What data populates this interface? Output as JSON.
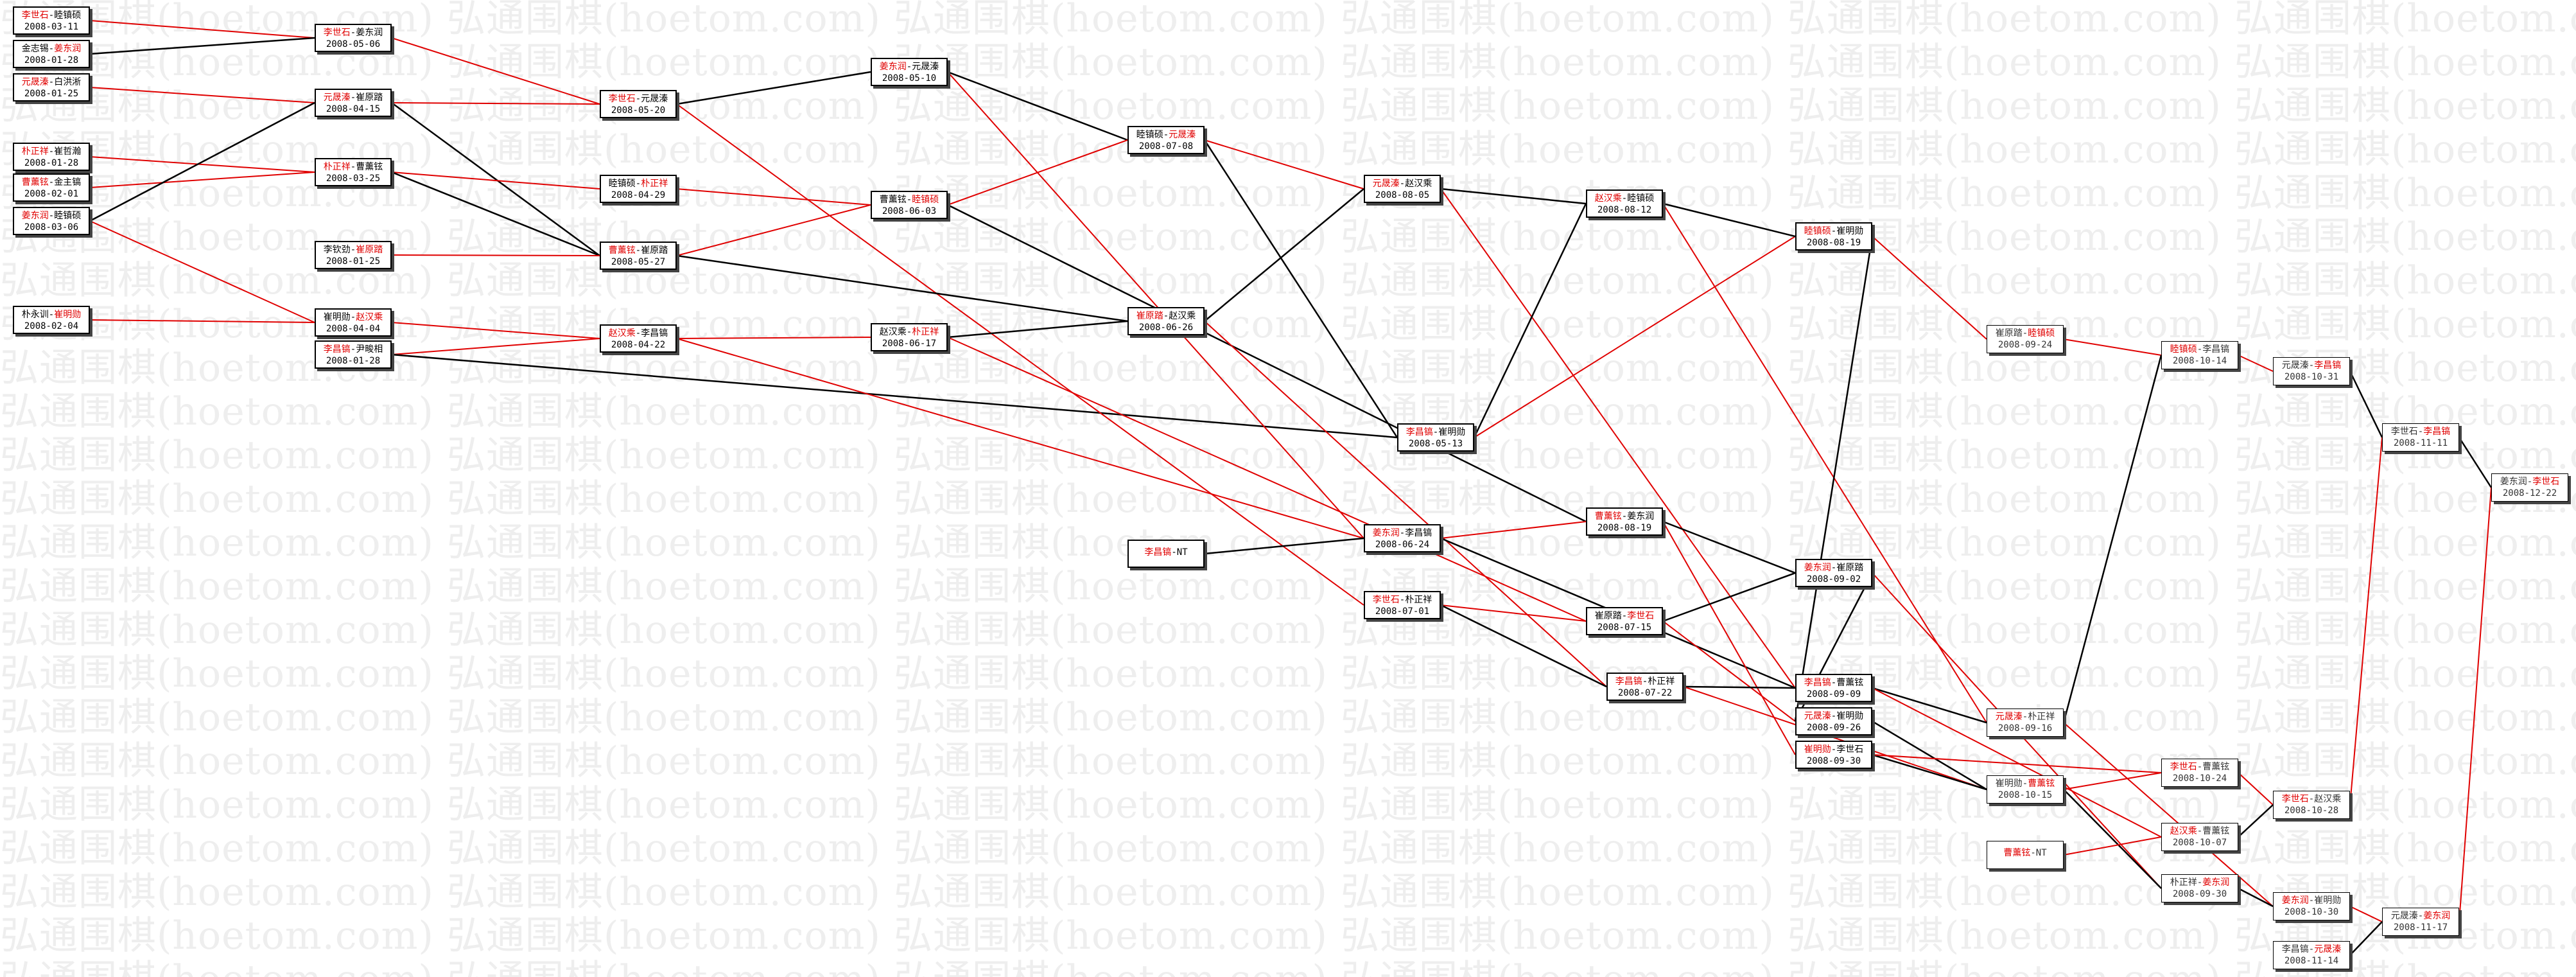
{
  "watermark_text": "弘通围棋(hoetom.com)",
  "colors": {
    "win_line": "#e00000",
    "loss_line": "#000000"
  },
  "nodes": [
    {
      "id": "r1a",
      "p1": "李世石",
      "p2": "睦镇硕",
      "date": "2008-03-11",
      "win": 1
    },
    {
      "id": "r1b",
      "p1": "金志锡",
      "p2": "姜东润",
      "date": "2008-01-28",
      "win": 2
    },
    {
      "id": "r1c",
      "p1": "元晟溱",
      "p2": "白洪淅",
      "date": "2008-01-25",
      "win": 1
    },
    {
      "id": "r1d",
      "p1": "朴正祥",
      "p2": "崔哲瀚",
      "date": "2008-01-28",
      "win": 1
    },
    {
      "id": "r1e",
      "p1": "曹薰铉",
      "p2": "金主镐",
      "date": "2008-02-01",
      "win": 1
    },
    {
      "id": "r1f",
      "p1": "姜东润",
      "p2": "睦镇硕",
      "date": "2008-03-06",
      "win": 1
    },
    {
      "id": "r1g",
      "p1": "朴永训",
      "p2": "崔明勋",
      "date": "2008-02-04",
      "win": 2
    },
    {
      "id": "r2a",
      "p1": "李世石",
      "p2": "姜东润",
      "date": "2008-05-06",
      "win": 1
    },
    {
      "id": "r2b",
      "p1": "元晟溱",
      "p2": "崔原踏",
      "date": "2008-04-15",
      "win": 1
    },
    {
      "id": "r2c",
      "p1": "朴正祥",
      "p2": "曹薰铉",
      "date": "2008-03-25",
      "win": 1
    },
    {
      "id": "r2d",
      "p1": "李钦劲",
      "p2": "崔原踏",
      "date": "2008-01-25",
      "win": 2
    },
    {
      "id": "r2e",
      "p1": "崔明勋",
      "p2": "赵汉乘",
      "date": "2008-04-04",
      "win": 2
    },
    {
      "id": "r2f",
      "p1": "李昌镐",
      "p2": "尹畯相",
      "date": "2008-01-28",
      "win": 1
    },
    {
      "id": "r3a",
      "p1": "李世石",
      "p2": "元晟溱",
      "date": "2008-05-20",
      "win": 1
    },
    {
      "id": "r3b",
      "p1": "睦镇硕",
      "p2": "朴正祥",
      "date": "2008-04-29",
      "win": 2
    },
    {
      "id": "r3c",
      "p1": "曹薰铉",
      "p2": "崔原踏",
      "date": "2008-05-27",
      "win": 1
    },
    {
      "id": "r3d",
      "p1": "赵汉乘",
      "p2": "李昌镐",
      "date": "2008-04-22",
      "win": 1
    },
    {
      "id": "r4a",
      "p1": "姜东润",
      "p2": "元晟溱",
      "date": "2008-05-10",
      "win": 1
    },
    {
      "id": "r4b",
      "p1": "曹薰铉",
      "p2": "睦镇硕",
      "date": "2008-06-03",
      "win": 2
    },
    {
      "id": "r4c",
      "p1": "赵汉乘",
      "p2": "朴正祥",
      "date": "2008-06-17",
      "win": 2
    },
    {
      "id": "r5a",
      "p1": "睦镇硕",
      "p2": "元晟溱",
      "date": "2008-07-08",
      "win": 2
    },
    {
      "id": "r5b",
      "p1": "崔原踏",
      "p2": "赵汉乘",
      "date": "2008-06-26",
      "win": 1
    },
    {
      "id": "r5c",
      "p1": "李昌镐",
      "p2": "NT",
      "date": "",
      "win": 1
    },
    {
      "id": "r6a",
      "p1": "元晟溱",
      "p2": "赵汉乘",
      "date": "2008-08-05",
      "win": 1
    },
    {
      "id": "r6b",
      "p1": "李昌镐",
      "p2": "崔明勋",
      "date": "2008-05-13",
      "win": 1
    },
    {
      "id": "r6c",
      "p1": "姜东润",
      "p2": "李昌镐",
      "date": "2008-06-24",
      "win": 1
    },
    {
      "id": "r6d",
      "p1": "李世石",
      "p2": "朴正祥",
      "date": "2008-07-01",
      "win": 1
    },
    {
      "id": "r7a",
      "p1": "赵汉乘",
      "p2": "睦镇硕",
      "date": "2008-08-12",
      "win": 1
    },
    {
      "id": "r7b",
      "p1": "曹薰铉",
      "p2": "姜东润",
      "date": "2008-08-19",
      "win": 1
    },
    {
      "id": "r7c",
      "p1": "崔原踏",
      "p2": "李世石",
      "date": "2008-07-15",
      "win": 2
    },
    {
      "id": "r7d",
      "p1": "李昌镐",
      "p2": "朴正祥",
      "date": "2008-07-22",
      "win": 1
    },
    {
      "id": "r8a",
      "p1": "睦镇硕",
      "p2": "崔明勋",
      "date": "2008-08-19",
      "win": 1
    },
    {
      "id": "r8b",
      "p1": "姜东润",
      "p2": "崔原踏",
      "date": "2008-09-02",
      "win": 1
    },
    {
      "id": "r8c",
      "p1": "李昌镐",
      "p2": "曹薰铉",
      "date": "2008-09-09",
      "win": 1
    },
    {
      "id": "r8d",
      "p1": "元晟溱",
      "p2": "崔明勋",
      "date": "2008-09-26",
      "win": 1
    },
    {
      "id": "r8e",
      "p1": "崔明勋",
      "p2": "李世石",
      "date": "2008-09-30",
      "win": 1
    },
    {
      "id": "r9a",
      "p1": "崔原踏",
      "p2": "睦镇硕",
      "date": "2008-09-24",
      "win": 2
    },
    {
      "id": "r9b",
      "p1": "元晟溱",
      "p2": "朴正祥",
      "date": "2008-09-16",
      "win": 1
    },
    {
      "id": "r9c",
      "p1": "崔明勋",
      "p2": "曹薰铉",
      "date": "2008-10-15",
      "win": 2
    },
    {
      "id": "r9d",
      "p1": "曹薰铉",
      "p2": "NT",
      "date": "",
      "win": 1
    },
    {
      "id": "r9e",
      "p1": "朴正祥",
      "p2": "姜东润",
      "date": "2008-09-30",
      "win": 2
    },
    {
      "id": "r10a",
      "p1": "睦镇硕",
      "p2": "李昌镐",
      "date": "2008-10-14",
      "win": 1
    },
    {
      "id": "r10b",
      "p1": "李世石",
      "p2": "曹薰铉",
      "date": "2008-10-24",
      "win": 1
    },
    {
      "id": "r10c",
      "p1": "赵汉乘",
      "p2": "曹薰铉",
      "date": "2008-10-07",
      "win": 1
    },
    {
      "id": "r11a",
      "p1": "元晟溱",
      "p2": "李昌镐",
      "date": "2008-10-31",
      "win": 2
    },
    {
      "id": "r11b",
      "p1": "李世石",
      "p2": "赵汉乘",
      "date": "2008-10-28",
      "win": 1
    },
    {
      "id": "r11c",
      "p1": "姜东润",
      "p2": "崔明勋",
      "date": "2008-10-30",
      "win": 1
    },
    {
      "id": "r11d",
      "p1": "李昌镐",
      "p2": "元晟溱",
      "date": "2008-11-14",
      "win": 2
    },
    {
      "id": "r12a",
      "p1": "李世石",
      "p2": "李昌镐",
      "date": "2008-11-11",
      "win": 2
    },
    {
      "id": "r12b",
      "p1": "元晟溱",
      "p2": "姜东润",
      "date": "2008-11-17",
      "win": 2
    },
    {
      "id": "final",
      "p1": "姜东润",
      "p2": "李世石",
      "date": "2008-12-22",
      "win": 2
    }
  ]
}
